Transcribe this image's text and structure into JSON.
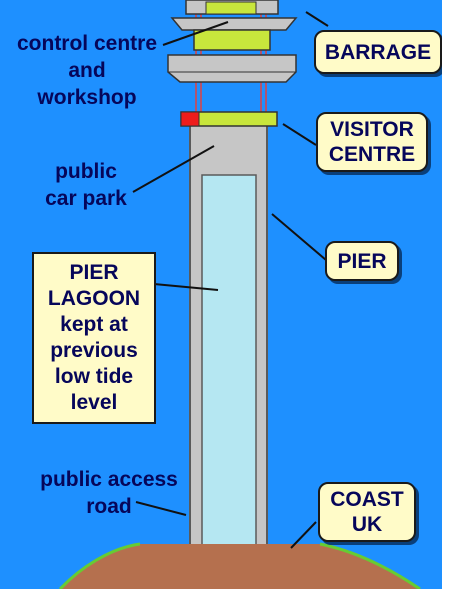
{
  "labels": {
    "control_centre": "control centre\nand\nworkshop",
    "public_car_park": "public\ncar park",
    "public_access_road": "public access\nroad"
  },
  "boxes": {
    "barrage": "BARRAGE",
    "visitor_centre": "VISITOR\nCENTRE",
    "pier": "PIER",
    "pier_lagoon": "PIER\nLAGOON\nkept at\nprevious\nlow tide\nlevel",
    "coast_uk": "COAST\nUK"
  },
  "colors": {
    "sea": "#1e90ff",
    "pier": "#c6c6c6",
    "lagoon": "#b5e7f2",
    "land": "#b5704e",
    "grass": "#66cc33",
    "label_box": "#fffbc8",
    "text": "#06065a",
    "visitor_red": "#ee1c1c",
    "visitor_yellow": "#c8e63c"
  }
}
